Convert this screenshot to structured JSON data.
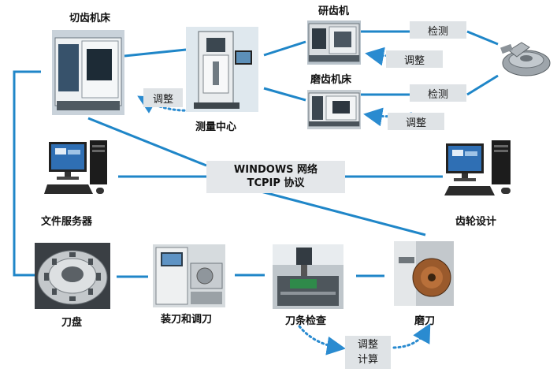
{
  "nodes": {
    "gear_cutter": "切齿机床",
    "measure_center": "测量中心",
    "grinder": "研齿机",
    "honing_machine": "磨齿机床",
    "file_server": "文件服务器",
    "gear_design": "齿轮设计",
    "cutter_head": "刀盘",
    "assemble_adjust": "装刀和调刀",
    "blade_inspect": "刀条检查",
    "sharpen": "磨刀"
  },
  "tags": {
    "detect_top": "检测",
    "adjust_top": "调整",
    "detect_mid": "检测",
    "adjust_mid": "调整",
    "adjust_left": "调整",
    "calc_line1": "调整",
    "calc_line2": "计算"
  },
  "network": {
    "line1": "WINDOWS 网络",
    "line2": "TCPIP 协议"
  },
  "colors": {
    "link": "#1f86c8",
    "arrow": "#2a8bd0",
    "tag_bg": "#dfe3e6"
  }
}
